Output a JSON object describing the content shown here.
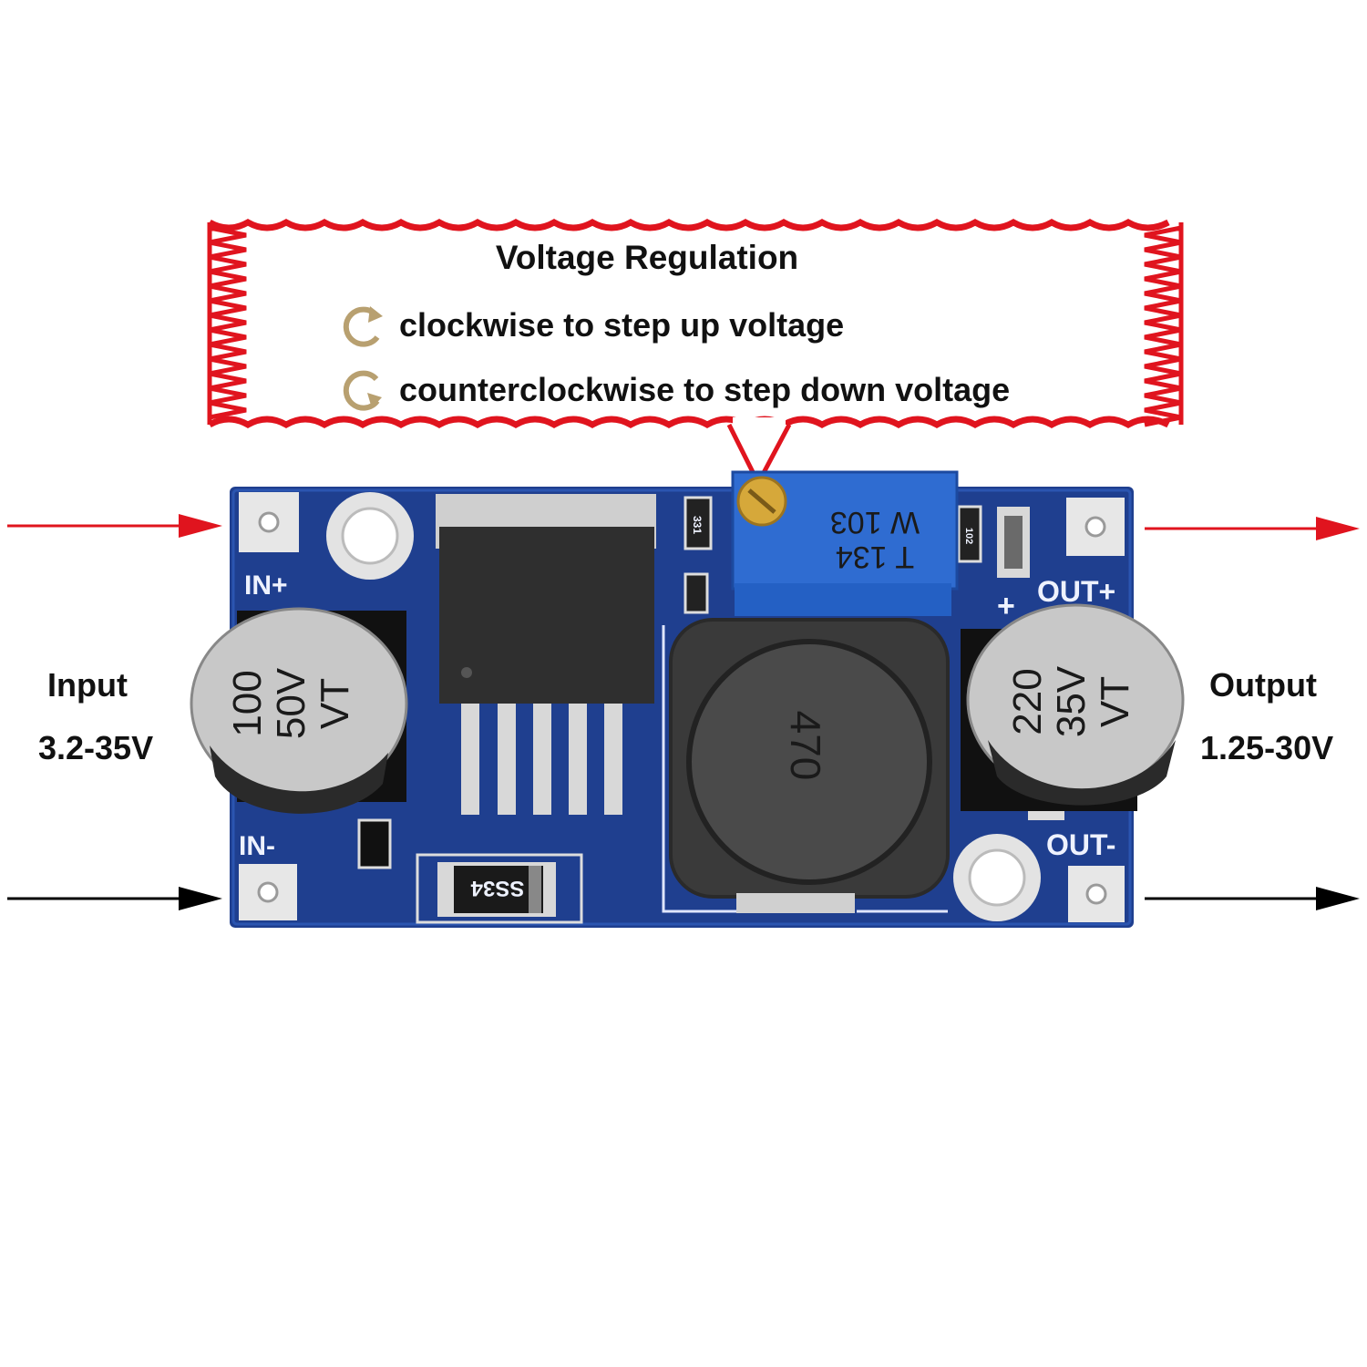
{
  "callout": {
    "title": "Voltage Regulation",
    "instructions": [
      {
        "icon": "clockwise-arrow-icon",
        "text": "clockwise to step up voltage"
      },
      {
        "icon": "counterclockwise-arrow-icon",
        "text": "counterclockwise to step down voltage"
      }
    ]
  },
  "input": {
    "label": "Input",
    "range": "3.2-35V"
  },
  "output": {
    "label": "Output",
    "range": "1.25-30V"
  },
  "board": {
    "in_plus": "IN+",
    "in_minus": "IN-",
    "out_plus": "OUT+",
    "out_minus": "OUT-",
    "plus_mark": "+",
    "input_cap": [
      "100",
      "50V",
      "VT"
    ],
    "output_cap": [
      "220",
      "35V",
      "VT"
    ],
    "inductor": "470",
    "pot_line1": "W 103",
    "pot_line2": "T 134",
    "diode": "SS34",
    "resistor_left": "331",
    "resistor_right": "102"
  },
  "colors": {
    "callout_border": "#e0141e",
    "pcb": "#1f3f8f",
    "arrow_top": "#e0141e",
    "arrow_bottom": "#000000",
    "rotate_icon": "#b8a070"
  }
}
